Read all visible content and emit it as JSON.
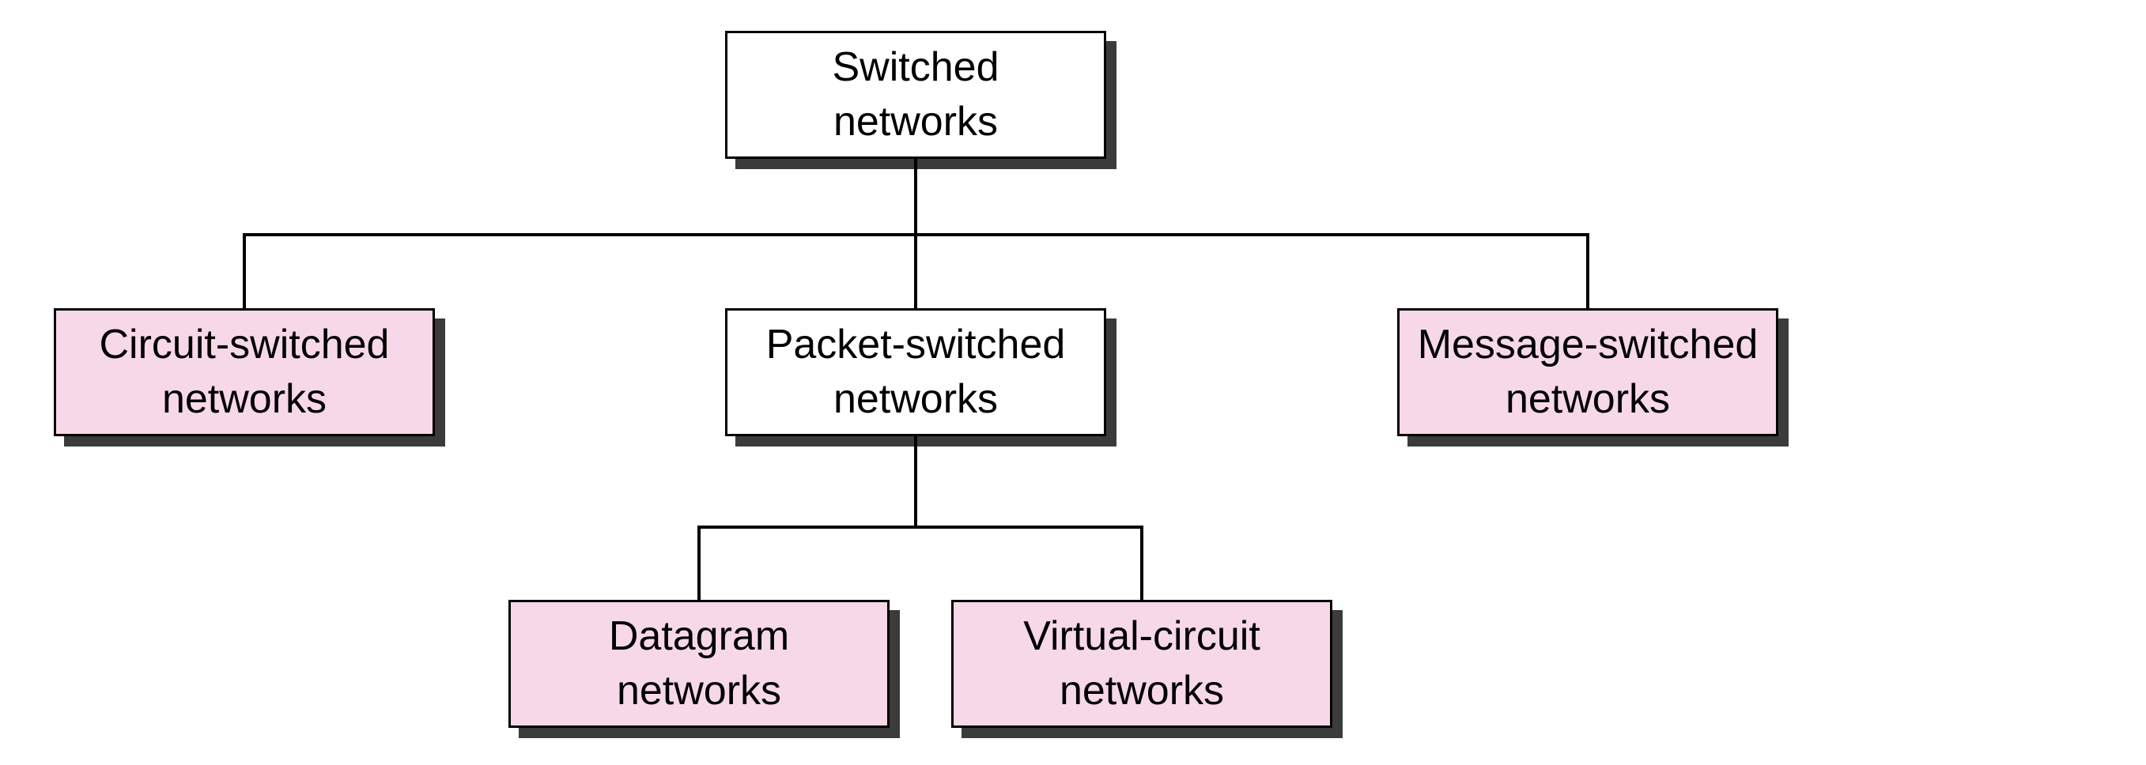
{
  "diagram": {
    "type": "tree",
    "nodes": [
      {
        "id": "switched-networks",
        "label": "Switched\nnetworks",
        "fill": "white"
      },
      {
        "id": "circuit-switched-networks",
        "label": "Circuit-switched\nnetworks",
        "fill": "pink"
      },
      {
        "id": "packet-switched-networks",
        "label": "Packet-switched\nnetworks",
        "fill": "white"
      },
      {
        "id": "message-switched-networks",
        "label": "Message-switched\nnetworks",
        "fill": "pink"
      },
      {
        "id": "datagram-networks",
        "label": "Datagram\nnetworks",
        "fill": "pink"
      },
      {
        "id": "virtual-circuit-networks",
        "label": "Virtual-circuit\nnetworks",
        "fill": "pink"
      }
    ],
    "edges": [
      {
        "parent": "switched-networks",
        "child": "circuit-switched-networks"
      },
      {
        "parent": "switched-networks",
        "child": "packet-switched-networks"
      },
      {
        "parent": "switched-networks",
        "child": "message-switched-networks"
      },
      {
        "parent": "packet-switched-networks",
        "child": "datagram-networks"
      },
      {
        "parent": "packet-switched-networks",
        "child": "virtual-circuit-networks"
      }
    ],
    "colors": {
      "node_pink_fill": "#f6d8e8",
      "node_white_fill": "#ffffff",
      "node_border": "#000000",
      "node_shadow": "#3b3b3b",
      "connector": "#000000",
      "text": "#000000",
      "background": "#ffffff"
    }
  }
}
